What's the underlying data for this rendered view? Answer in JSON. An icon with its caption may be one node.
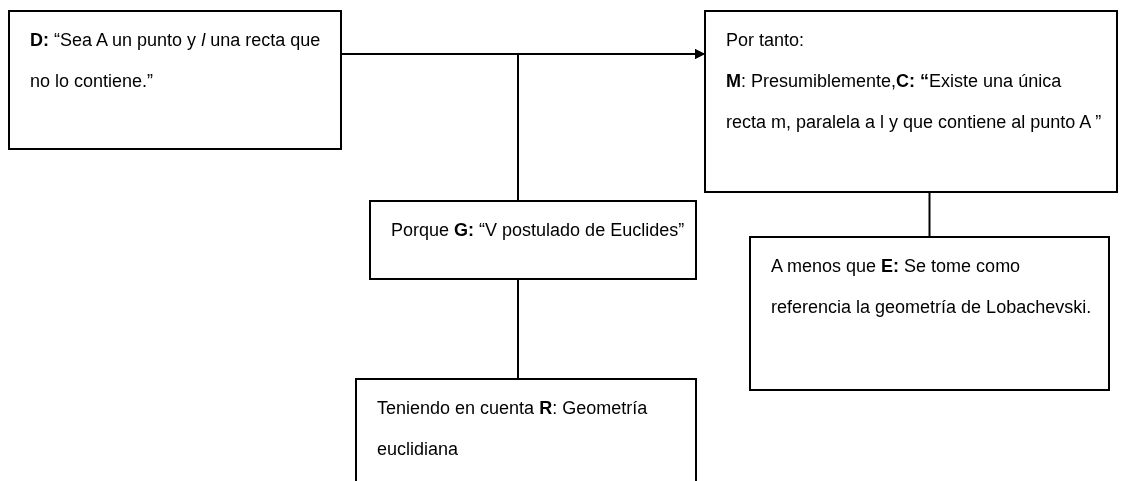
{
  "diagram": {
    "nodes": [
      {
        "text": [
          "**D:** “Sea A un punto y *l* una recta que no lo contiene.”"
        ]
      },
      {
        "text": [
          "Por tanto:",
          "**M**: Presumiblemente,**C: “**Existe una única recta m, paralela a l y que contiene al punto A ”"
        ]
      },
      {
        "text": [
          "Porque **G:** “V postulado de Euclides”"
        ]
      },
      {
        "text": [
          "A menos que **E:** Se tome como referencia la geometría de Lobachevski."
        ]
      },
      {
        "text": [
          "Teniendo en cuenta **R**: Geometría euclidiana"
        ]
      }
    ],
    "edges": [
      {
        "from": 0,
        "to": 1,
        "arrow": "to"
      },
      {
        "from": 2,
        "to": 1,
        "arrow": "to"
      },
      {
        "from": 4,
        "to": 2,
        "arrow": "none"
      },
      {
        "from": 3,
        "to": 1,
        "arrow": "none"
      }
    ]
  }
}
